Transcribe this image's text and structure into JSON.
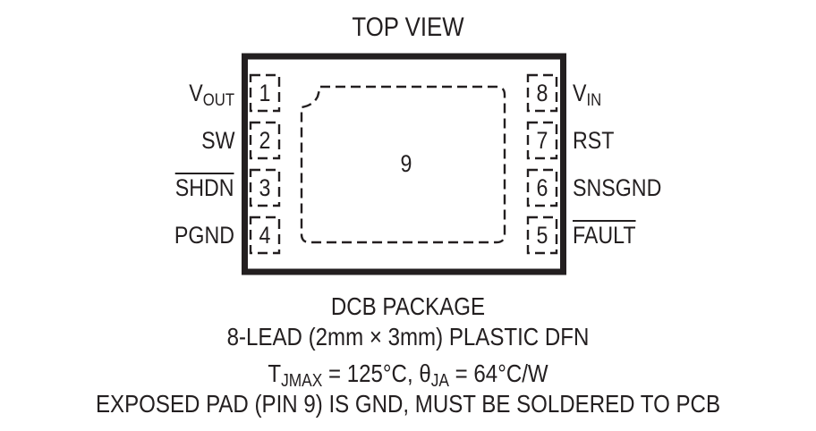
{
  "diagram": {
    "title": "TOP VIEW",
    "package": {
      "outline_color": "#231f20",
      "exposed_pad_label": "9",
      "left_pins": [
        {
          "number": "1",
          "name": "V",
          "sub": "OUT",
          "overbar": false
        },
        {
          "number": "2",
          "name": "SW",
          "sub": "",
          "overbar": false
        },
        {
          "number": "3",
          "name": "SHDN",
          "sub": "",
          "overbar": true
        },
        {
          "number": "4",
          "name": "PGND",
          "sub": "",
          "overbar": false
        }
      ],
      "right_pins": [
        {
          "number": "8",
          "name": "V",
          "sub": "IN",
          "overbar": false
        },
        {
          "number": "7",
          "name": "RST",
          "sub": "",
          "overbar": false
        },
        {
          "number": "6",
          "name": "SNSGND",
          "sub": "",
          "overbar": false
        },
        {
          "number": "5",
          "name": "FAULT",
          "sub": "",
          "overbar": true
        }
      ]
    },
    "caption": {
      "line1": "DCB PACKAGE",
      "line2": "8-LEAD (2mm × 3mm) PLASTIC DFN",
      "line3": {
        "t_symbol": "T",
        "t_sub": "JMAX",
        "t_value": " = 125°C, ",
        "theta_symbol": "θ",
        "theta_sub": "JA",
        "theta_value": " = 64°C/W"
      },
      "line4": "EXPOSED PAD (PIN 9) IS GND, MUST BE SOLDERED TO PCB"
    }
  }
}
